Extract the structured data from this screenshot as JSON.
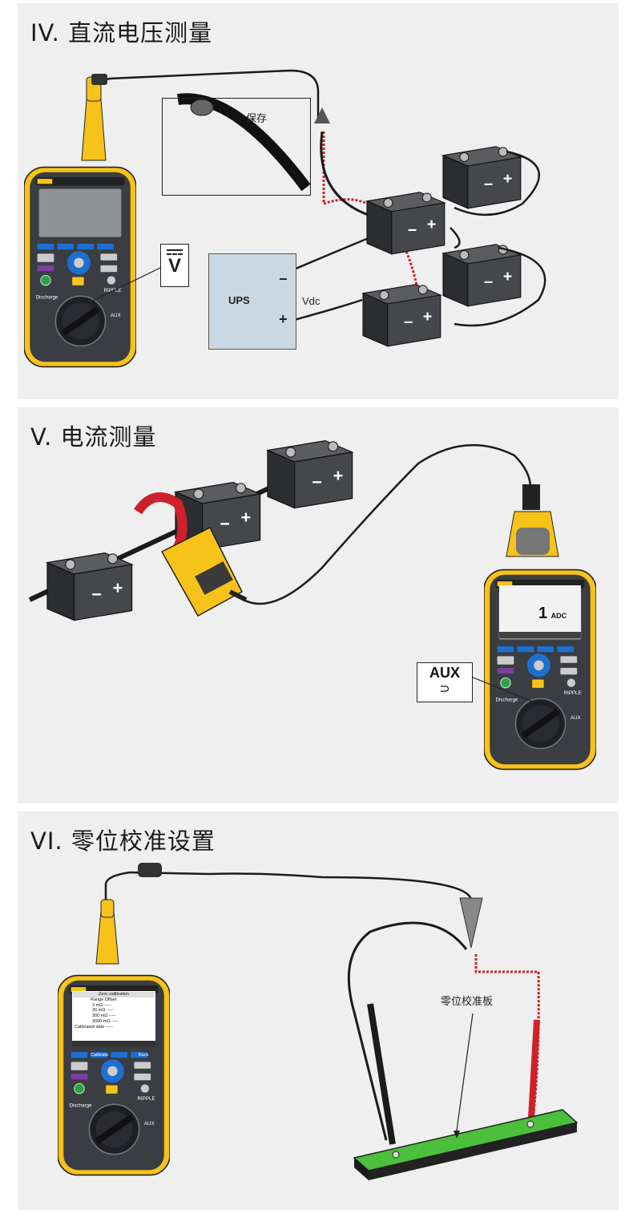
{
  "sections": [
    {
      "title": "IV. 直流电压测量",
      "symbol": "V",
      "callout_label": "保存",
      "ups_label": "UPS",
      "vdc_label": "Vdc",
      "minus_sign": "−",
      "plus_sign": "+"
    },
    {
      "title": "V. 电流测量",
      "aux_label": "AUX",
      "screen_reading": "1",
      "screen_unit": "ADC"
    },
    {
      "title": "VI. 零位校准设置",
      "board_label": "零位校准板",
      "screen_title": "Zero calibration",
      "screen_header": "Range   Offset",
      "screen_rows": [
        "3 mΩ  -----",
        "30 mΩ  -----",
        "300 mΩ  -----",
        "3000 mΩ  -----"
      ],
      "screen_footer": "Calibrated date  -----",
      "softkey_left": "Calibrate",
      "softkey_right": "Back"
    }
  ],
  "colors": {
    "meter_yellow": "#f7c21a",
    "meter_body": "#3a3d42",
    "battery": "#3b3c3e",
    "lead_red": "#d0202a",
    "lead_black": "#1b1b1b",
    "ups_fill": "#c9d8e2",
    "board_green": "#4cbf3c"
  }
}
